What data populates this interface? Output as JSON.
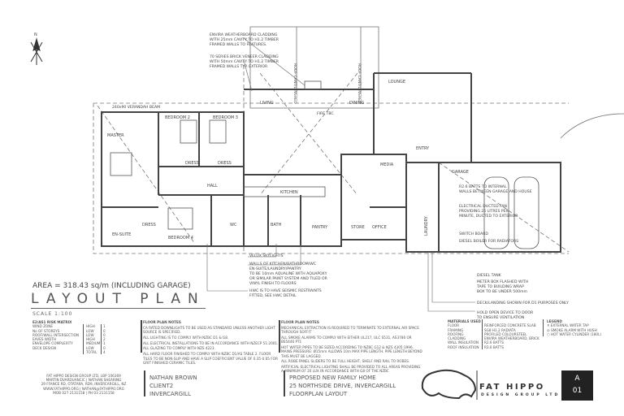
{
  "north_label": "N",
  "rooms": {
    "lounge": "LOUNGE",
    "living": "LIVING",
    "dining": "DINING",
    "bedroom2": "BEDROOM 2",
    "bedroom3": "BEDROOM 3",
    "bedroom4": "BEDROOM 4",
    "master": "MASTER",
    "dress1": "DRESS",
    "dress2": "DRESS",
    "dress3": "DRESS",
    "hall": "HALL",
    "ensuite": "EN-SUITE",
    "kitchen": "KITCHEN",
    "bath": "BATH",
    "pantry": "PANTRY",
    "store": "STORE",
    "office": "OFFICE",
    "media": "MEDIA",
    "entry": "ENTRY",
    "garage": "GARAGE",
    "laundry": "LAUNDRY",
    "wc": "WC"
  },
  "callouts": {
    "cladding_weatherboard": [
      "ENVIRA WEATHERBOARD CLADDING",
      "WITH 25mm CAVITY TO H1.2 TIMBER",
      "FRAMED WALLS TO FEATURES."
    ],
    "cladding_brick": [
      "70 SERIES BRICK VENEER CLADDING",
      "WITH 50mm CAVITY TO H1.2 TIMBER",
      "FRAMED WALLS TYP. EXTERIOR"
    ],
    "roof_cantilevered": "ROOF CANTILEVERED",
    "fire": "FIRE TBC",
    "verandah_beam": "240x90 VERANDAH BEAM",
    "batts": [
      "R2.6 BATTS TO INTERNAL",
      "WALLS BETWEEN GARAGE AND HOUSE"
    ],
    "fan": [
      "ELECTRICAL DUCTED FAN",
      "PROVIDING 25 LITRES PER",
      "MINUTE, DUCTED TO EXTERIOR"
    ],
    "switchboard": "SWITCH BOARD",
    "boiler": "DIESEL BOILER FOR RADIATORS",
    "velux": "VELUX SKYLIGHTS",
    "walls_wet": [
      "WALLS OF KITCHEN/BATHROOM/WC",
      "EN-SUITE/LAUNDRY/PANTRY",
      "TO BE 10mm AQUALINE WITH AQUAPOXY",
      "OR SIMILAR PAINT SYSTEM AND TILED OR",
      "VINYL FINISH TO FLOORS"
    ],
    "hwc": [
      "HWC IS TO HAVE SEISMIC RESTRAINTS",
      "FITTED, SEE HWC DETAIL"
    ],
    "diesel_tank": "DIESEL TANK",
    "meter_box": [
      "METER BOX FLASHED WITH",
      "TAPE TO BUILDING WRAP",
      "BOX TO BE UNDER 500mm"
    ],
    "deck": "DECK/LANDING SHOWN FOR D1 PURPOSES ONLY",
    "hold_open": [
      "HOLD OPEN DEVICE TO DOOR",
      "TO ENSURE VENTILATION"
    ]
  },
  "area": "AREA = 318.43 sq/m (INCLUDING GARAGE)",
  "title": "LAYOUT PLAN",
  "scale": "SCALE 1:100",
  "risk_matrix": {
    "heading": "E2/AS1 RISK MATRIX",
    "rows": [
      {
        "item": "WIND ZONE",
        "level": "HIGH",
        "score": "1"
      },
      {
        "item": "No OF STOREYS",
        "level": "LOW",
        "score": "0"
      },
      {
        "item": "ROOF/WALL INTERSECTION",
        "level": "LOW",
        "score": "0"
      },
      {
        "item": "EAVES WIDTH",
        "level": "HIGH",
        "score": "2"
      },
      {
        "item": "ENVELOPE COMPLEXITY",
        "level": "MEDIUM",
        "score": "1"
      },
      {
        "item": "DECK DESIGN",
        "level": "LOW",
        "score": "0"
      }
    ],
    "total_label": "TOTAL",
    "total": "4"
  },
  "floor_notes_1": {
    "heading": "FLOOR PLAN NOTES",
    "items": [
      "CA RATED DOWNLIGHTS TO BE USED AS STANDARD UNLESS ANOTHER LIGHT SOURCE IS SPECIFIED.",
      "ALL LIGHTING IS TO COMPLY WITH NZBC D1 & G8.",
      "ALL ELECTRICAL INSTALLATIONS TO BE IN ACCORDANCE WITH NZECP 51:2001.",
      "ALL GLAZING TO COMPLY WITH NZS 4223.",
      "ALL HARD FLOOR FINISHED TO COMPLY WITH NZBC D1/AS TABLE 2. FLOOR TILES TO BE NON-SLIP AND HAVE A SLIP COEFFICIENT VALUE OF 0.35-0.65 FOR GRIT FINISHED CERAMIC TILES."
    ]
  },
  "floor_notes_2": {
    "heading": "FLOOR PLAN NOTES",
    "items": [
      "MECHANICAL EXTRACTION IS REQUIRED TO TERMINATE TO EXTERNAL AIR SPACE THROUGH SOFFIT",
      "ALL SMOKE ALARMS TO COMPLY WITH EITHER UL217, ULC S531, AS3786 OR BS5446 PT1",
      "HOT WATER PIPES TO BE SIZED ACCORDING TO NZBC G12 & NZS 4305:1996. MAINS PRESSURE: Ø15mm ALLOWS 10m MAX PIPE LENGTH. PIPE LENGTH BEYOND THIS MUST BE LAGGED.",
      "ALL ROBE PANEL SLIDERS TO BE FULL HEIGHT, SHELF AND RAIL TO ROBES.",
      "ARTIFICIAL ELECTRICAL LIGHTING SHALL BE PROVIDED TO ALL AREAS PROVIDING A MINIMUM OF 20 LUX IN ACCORDANCE WITH G8 OF THE NZBC"
    ]
  },
  "firm": {
    "lines": [
      "FAT HIPPO DESIGN GROUP LTD, LBP 106369",
      "MARTIN DVARDUANCIC | NATHAN SHEARING",
      "29 FFANCE RD, OTATARA, RD9, INVERCARGILL, NZ",
      "WWW.FATHIPPO.ORG | NATHAN@FATHIPPO.ORG",
      "MOB 027 2131158 | PH 03 2131158"
    ],
    "name": "FAT HIPPO",
    "sub": "DESIGN GROUP LTD"
  },
  "client": {
    "name": "NATHAN BROWN",
    "ref": "CLIENT2",
    "location": "INVERCARGILL"
  },
  "project": {
    "line1": "PROPOSED NEW FAMILY HOME",
    "line2": "25 NORTHSIDE DRIVE, INVERCARGILL",
    "line3": "FLOORPLAN LAYOUT"
  },
  "materials": {
    "heading": "MATERIALS USED",
    "rows": [
      {
        "item": "FLOOR",
        "value": "REINFORCED CONCRETE SLAB"
      },
      {
        "item": "FRAMING",
        "value": "SG8 H1.2 RADIATA"
      },
      {
        "item": "ROOFING",
        "value": "PROFILED COLOURSTEEL"
      },
      {
        "item": "CLADDING",
        "value": "ENVIRA WEATHERBOARD, BRICK"
      },
      {
        "item": "WALL INSULATION",
        "value": "R2.6 BATTS"
      },
      {
        "item": "ROOF INSULATION",
        "value": "R3.6 BATTS"
      }
    ]
  },
  "legend": {
    "heading": "LEGEND",
    "items": [
      {
        "icon": "water-tap-icon",
        "label": "EXTERNAL WATER TAP"
      },
      {
        "icon": "smoke-alarm-icon",
        "label": "SMOKE ALARM WITH HUSH"
      },
      {
        "icon": "hot-water-cylinder-icon",
        "label": "HOT WATER CYLINDER (180L)"
      }
    ]
  },
  "sheet": {
    "size": "A",
    "number": "01"
  }
}
